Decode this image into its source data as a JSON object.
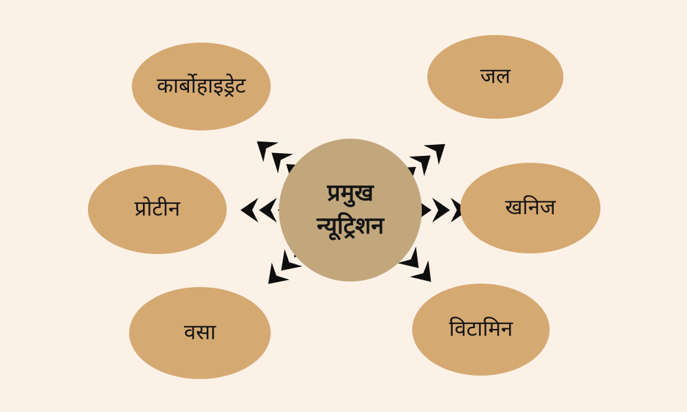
{
  "diagram": {
    "title": "प्रमुख न्यूट्रिशन",
    "center": {
      "label_line1": "प्रमुख",
      "label_line2": "न्यूट्रिशन"
    },
    "nodes": [
      {
        "id": "carbohydrate",
        "label": "कार्बोहाइड्रेट"
      },
      {
        "id": "water",
        "label": "जल"
      },
      {
        "id": "protein",
        "label": "प्रोटीन"
      },
      {
        "id": "minerals",
        "label": "खनिज"
      },
      {
        "id": "fat",
        "label": "वसा"
      },
      {
        "id": "vitamin",
        "label": "विटामिन"
      }
    ],
    "arrows": [
      "up-left",
      "up-right",
      "left",
      "right",
      "down-left",
      "down-right"
    ],
    "icons": {
      "arrow_style": "triple-chevron-dart"
    },
    "colors": {
      "background": "#FBF1E7",
      "node_fill": "#D5A972",
      "center_fill": "#C2A77D",
      "text": "#141414",
      "arrow": "#0E0E0E"
    }
  }
}
